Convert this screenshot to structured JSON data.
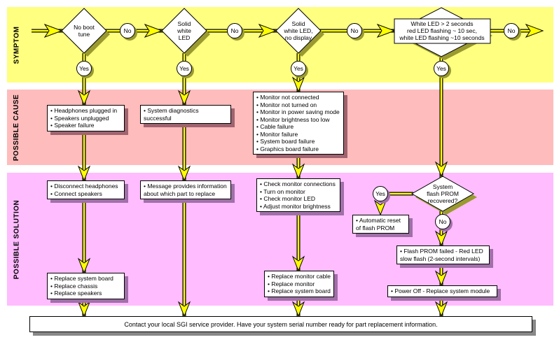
{
  "bands": {
    "symptom": "SYMPTOM",
    "cause": "POSSIBLE CAUSE",
    "solution": "POSSIBLE SOLUTION"
  },
  "colors": {
    "symptom_band": "#ffff80",
    "cause_band": "#ffbcbc",
    "solution_band": "#ffbcff",
    "arrow": "#ffff00"
  },
  "labels": {
    "yes": "Yes",
    "no": "No"
  },
  "symptoms": [
    {
      "lines": [
        "No boot",
        "tune"
      ]
    },
    {
      "lines": [
        "Solid",
        "white",
        "LED"
      ]
    },
    {
      "lines": [
        "Solid",
        "white LED,",
        "no display"
      ]
    },
    {
      "lines": [
        "White LED > 2 seconds",
        "red LED flashing ~ 10 sec,",
        "white LED flashing ~10 seconds"
      ]
    }
  ],
  "causes": [
    [
      "Headphones plugged in",
      "Speakers unplugged",
      "Speaker failure"
    ],
    [
      "System diagnostics successful"
    ],
    [
      "Monitor not connected",
      "Monitor not turned on",
      "Monitor in power saving mode",
      "Monitor brightness too low",
      "Cable failure",
      "Monitor failure",
      "System board failure",
      "Graphics board failure"
    ]
  ],
  "solutions": [
    [
      "Disconnect headphones",
      "Connect speakers"
    ],
    [
      "Message provides information about which part to replace"
    ],
    [
      "Check monitor connections",
      "Turn on monitor",
      "Check monitor LED",
      "Adjust monitor brightness"
    ]
  ],
  "final_solutions": [
    [
      "Replace system board",
      "Replace chassis",
      "Replace speakers"
    ],
    [
      "Replace monitor cable",
      "Replace monitor",
      "Replace system board"
    ]
  ],
  "prom": {
    "question": [
      "System",
      "flash PROM",
      "recovered?"
    ],
    "yes_action": "Automatic reset of flash PROM",
    "no_action": "Flash PROM failed - Red LED slow flash (2-second intervals)",
    "final_action": "Power Off  - Replace system module"
  },
  "footer": "Contact your local SGI service provider.  Have your system serial number ready for part replacement information."
}
